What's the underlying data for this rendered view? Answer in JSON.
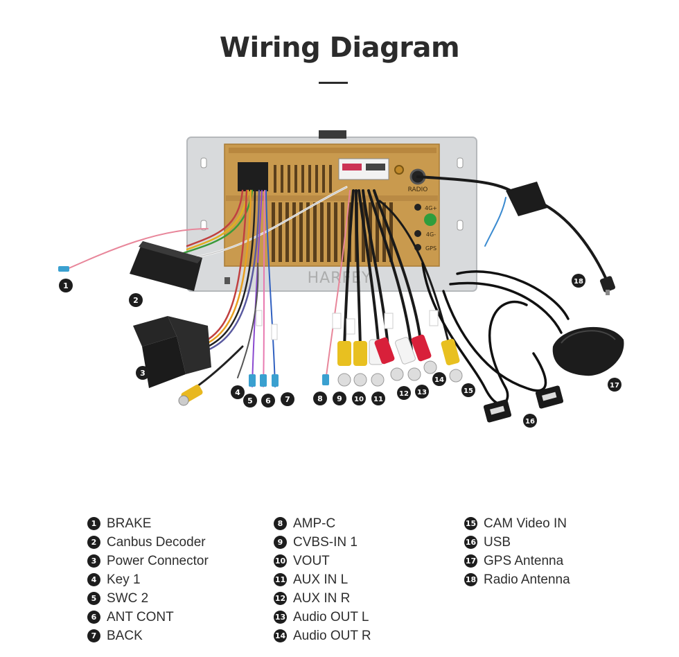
{
  "title": "Wiring Diagram",
  "accent": "#2b2b2b",
  "brand_mark": "HARFEY",
  "unit_labels": {
    "radio": "RADIO",
    "gps": "GPS",
    "fourg1": "4G+",
    "fourg2": "4G-"
  },
  "callouts": [
    {
      "id": 1,
      "num": "1",
      "label": "BRAKE"
    },
    {
      "id": 2,
      "num": "2",
      "label": "Canbus Decoder"
    },
    {
      "id": 3,
      "num": "3",
      "label": "Power Connector"
    },
    {
      "id": 4,
      "num": "4",
      "label": "Key 1"
    },
    {
      "id": 5,
      "num": "5",
      "label": "SWC 2"
    },
    {
      "id": 6,
      "num": "6",
      "label": "ANT CONT"
    },
    {
      "id": 7,
      "num": "7",
      "label": "BACK"
    },
    {
      "id": 8,
      "num": "8",
      "label": "AMP-C"
    },
    {
      "id": 9,
      "num": "9",
      "label": "CVBS-IN 1"
    },
    {
      "id": 10,
      "num": "10",
      "label": "VOUT"
    },
    {
      "id": 11,
      "num": "11",
      "label": "AUX IN L"
    },
    {
      "id": 12,
      "num": "12",
      "label": "AUX IN R"
    },
    {
      "id": 13,
      "num": "13",
      "label": "Audio OUT L"
    },
    {
      "id": 14,
      "num": "14",
      "label": "Audio OUT R"
    },
    {
      "id": 15,
      "num": "15",
      "label": "CAM Video IN"
    },
    {
      "id": 16,
      "num": "16",
      "label": "USB"
    },
    {
      "id": 17,
      "num": "17",
      "label": "GPS Antenna"
    },
    {
      "id": 18,
      "num": "18",
      "label": "Radio Antenna"
    }
  ],
  "legend": [
    [
      {
        "num": "1",
        "label": "BRAKE"
      },
      {
        "num": "2",
        "label": "Canbus Decoder"
      },
      {
        "num": "3",
        "label": "Power Connector"
      },
      {
        "num": "4",
        "label": "Key 1"
      },
      {
        "num": "5",
        "label": "SWC 2"
      },
      {
        "num": "6",
        "label": "ANT CONT"
      },
      {
        "num": "7",
        "label": "BACK"
      }
    ],
    [
      {
        "num": "8",
        "label": "AMP-C"
      },
      {
        "num": "9",
        "label": "CVBS-IN 1"
      },
      {
        "num": "10",
        "label": "VOUT"
      },
      {
        "num": "11",
        "label": "AUX IN L"
      },
      {
        "num": "12",
        "label": "AUX IN R"
      },
      {
        "num": "13",
        "label": "Audio OUT L"
      },
      {
        "num": "14",
        "label": "Audio OUT R"
      }
    ],
    [
      {
        "num": "15",
        "label": "CAM Video IN"
      },
      {
        "num": "16",
        "label": "USB"
      },
      {
        "num": "17",
        "label": "GPS Antenna"
      },
      {
        "num": "18",
        "label": "Radio Antenna"
      }
    ]
  ]
}
